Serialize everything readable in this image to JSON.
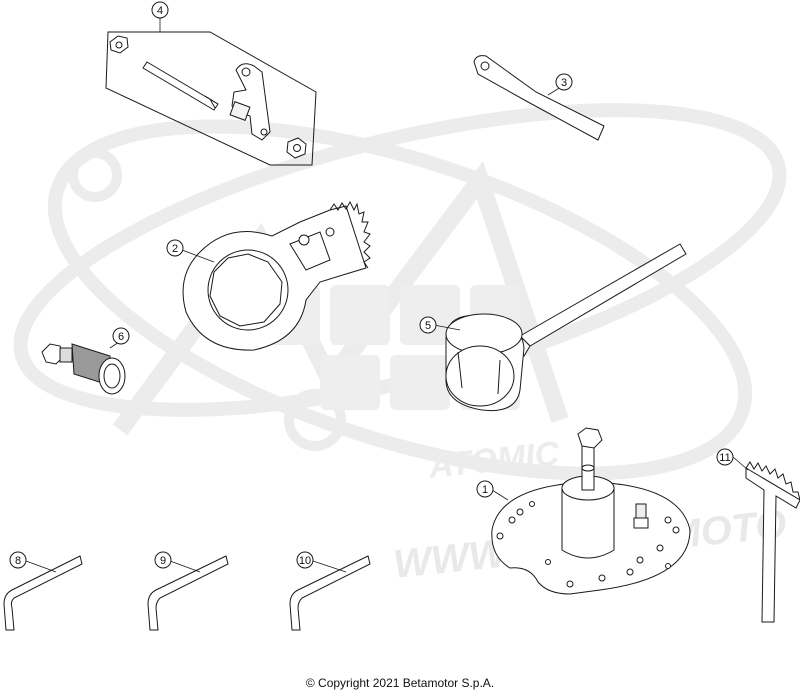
{
  "diagram": {
    "callouts": [
      {
        "id": "callout-1",
        "label": "1"
      },
      {
        "id": "callout-2",
        "label": "2"
      },
      {
        "id": "callout-3",
        "label": "3"
      },
      {
        "id": "callout-4",
        "label": "4"
      },
      {
        "id": "callout-5",
        "label": "5"
      },
      {
        "id": "callout-6",
        "label": "6"
      },
      {
        "id": "callout-8",
        "label": "8"
      },
      {
        "id": "callout-9",
        "label": "9"
      },
      {
        "id": "callout-10",
        "label": "10"
      },
      {
        "id": "callout-11",
        "label": "11"
      }
    ],
    "watermark": {
      "brand": "ATOMIC",
      "url": "WWW.ATOMICMOTO"
    }
  },
  "footer": {
    "copyright": "© Copyright 2021 Betamotor S.p.A."
  },
  "colors": {
    "line": "#1a1a1a",
    "part_fill": "#ffffff",
    "watermark": "#e6e6e6"
  }
}
